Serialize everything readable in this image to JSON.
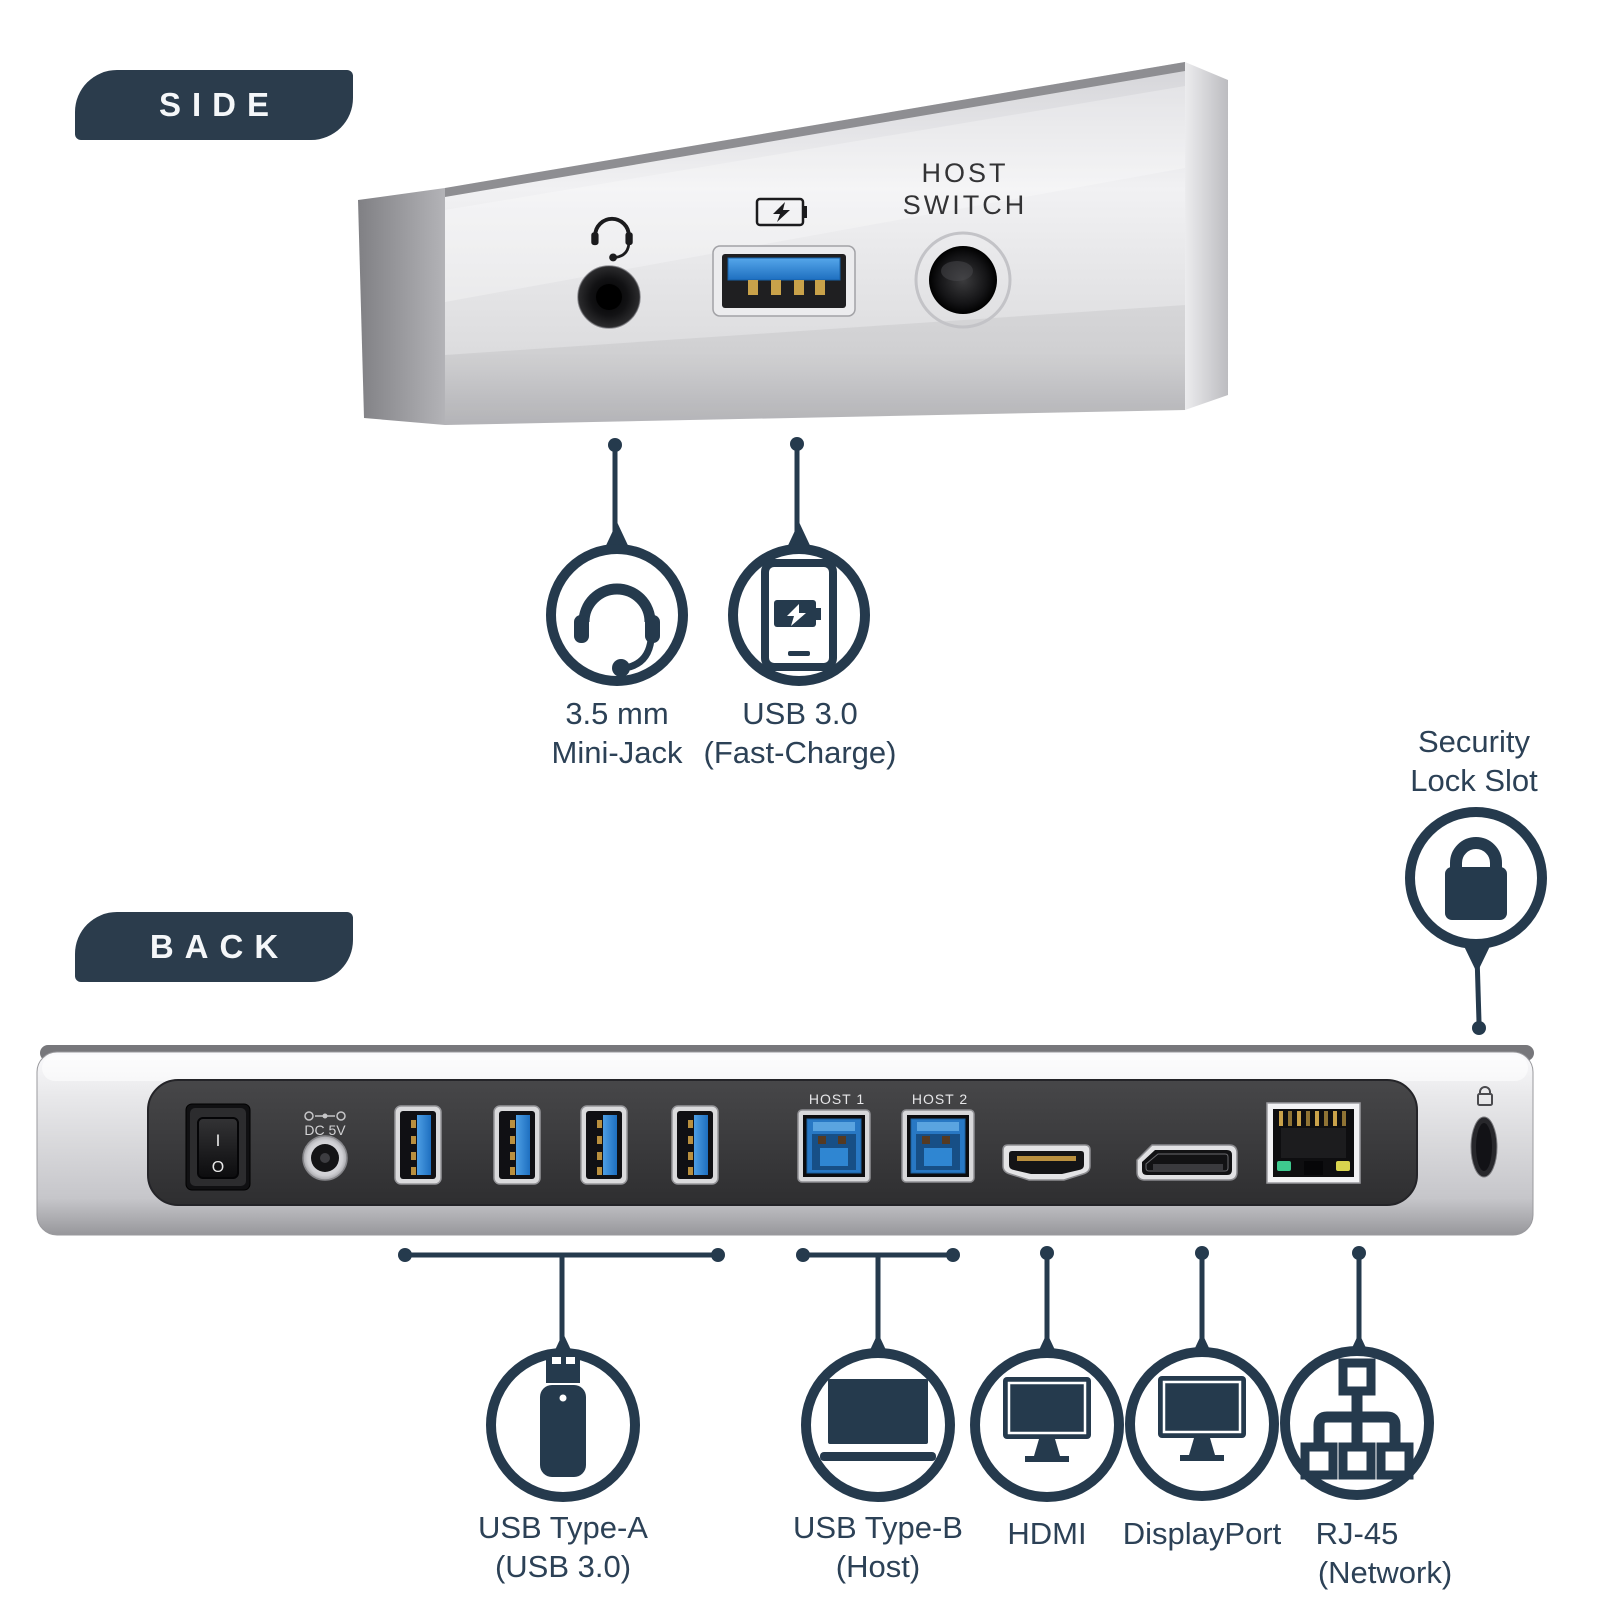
{
  "colors": {
    "accent_navy": "#253a4d",
    "badge_navy": "#2b3c4c",
    "label_navy": "#2c4156",
    "usb_blue": "#2e7fc8",
    "led_green": "#3ec98e",
    "led_yellow": "#d9d44e"
  },
  "side_section": {
    "badge": "SIDE",
    "device": {
      "host_switch_line1": "HOST",
      "host_switch_line2": "SWITCH"
    },
    "callouts": [
      {
        "icon": "headset-icon",
        "line1": "3.5 mm",
        "line2": "Mini-Jack"
      },
      {
        "icon": "phone-charging-icon",
        "line1": "USB 3.0",
        "line2": "(Fast-Charge)"
      }
    ]
  },
  "security_callout": {
    "icon": "lock-icon",
    "line1": "Security",
    "line2": "Lock Slot"
  },
  "back_section": {
    "badge": "BACK",
    "device": {
      "power_on": "I",
      "power_off": "O",
      "dc_label": "DC 5V",
      "host1_label": "HOST 1",
      "host2_label": "HOST 2"
    },
    "callouts": [
      {
        "icon": "usb-flash-drive-icon",
        "line1": "USB Type-A",
        "line2": "(USB 3.0)"
      },
      {
        "icon": "laptop-icon",
        "line1": "USB Type-B",
        "line2": "(Host)"
      },
      {
        "icon": "monitor-icon",
        "line1": "HDMI",
        "line2": ""
      },
      {
        "icon": "monitor-icon",
        "line1": "DisplayPort",
        "line2": ""
      },
      {
        "icon": "network-tree-icon",
        "line1": "RJ-45",
        "line2": "(Network)"
      }
    ]
  }
}
